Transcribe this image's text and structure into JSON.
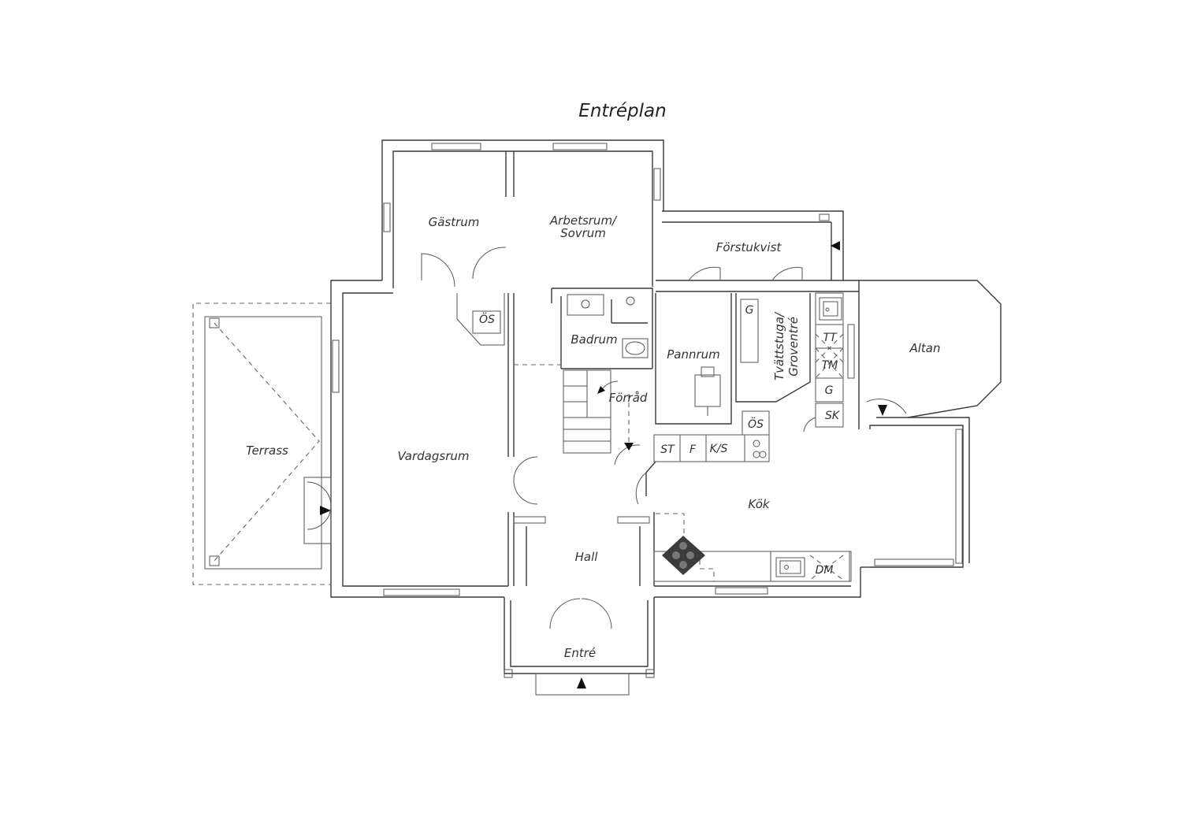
{
  "title": "Entréplan",
  "rooms": {
    "gastrum": "Gästrum",
    "arbetsrum_line1": "Arbetsrum/",
    "arbetsrum_line2": "Sovrum",
    "forstukvist": "Förstukvist",
    "badrum": "Badrum",
    "pannrum": "Pannrum",
    "tvattstuga_line1": "Tvättstuga/",
    "tvattstuga_line2": "Groventré",
    "altan": "Altan",
    "forrad": "Förråd",
    "terrass": "Terrass",
    "vardagsrum": "Vardagsrum",
    "kok": "Kök",
    "hall": "Hall",
    "entre": "Entré"
  },
  "fixtures": {
    "os_living": "ÖS",
    "os_kitchen": "ÖS",
    "g_utility": "G",
    "g_side": "G",
    "tt": "TT",
    "tm": "TM",
    "sk": "SK",
    "st": "ST",
    "f": "F",
    "ks": "K/S",
    "dm": "DM"
  },
  "colors": {
    "line": "#3a3a3a",
    "text": "#333333",
    "stove": "#3c3c3c"
  }
}
